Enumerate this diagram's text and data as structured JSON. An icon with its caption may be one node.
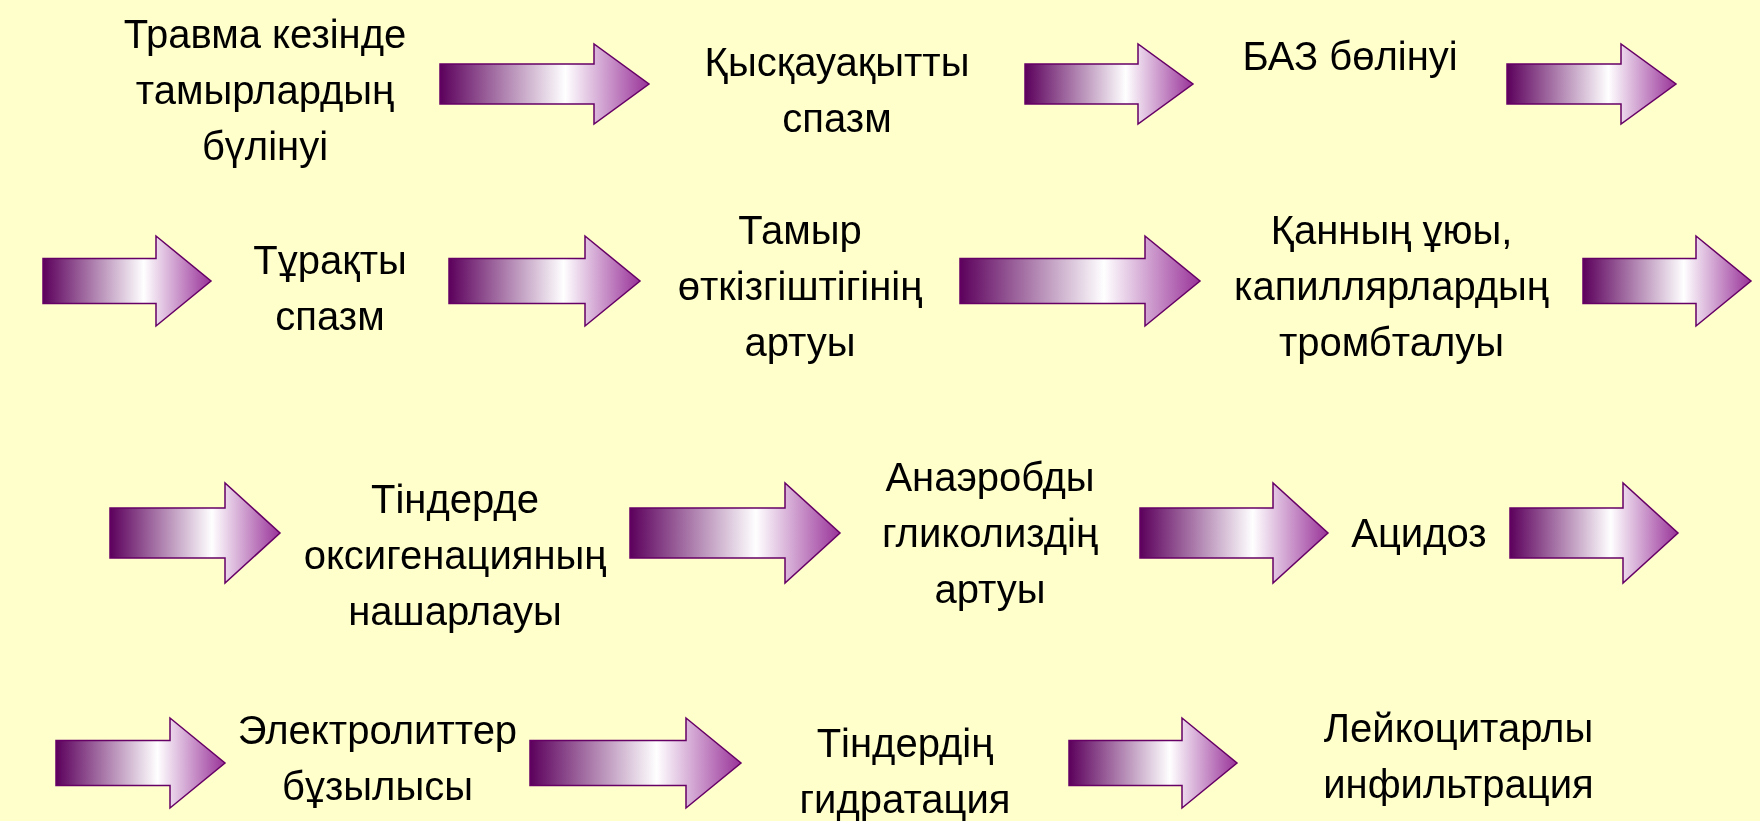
{
  "diagram": {
    "nodes": [
      {
        "text": [
          "Травма кезінде тамырлардың бүлінуі"
        ]
      },
      {
        "text": [
          "Қысқауақытты спазм"
        ]
      },
      {
        "text": [
          "БАЗ бөлінуі"
        ]
      },
      {
        "text": [
          "Тұрақты спазм"
        ]
      },
      {
        "text": [
          "Тамыр өткізгіштігінің артуы"
        ]
      },
      {
        "text": [
          "Қанның ұюы, капиллярлардың тромбталуы"
        ]
      },
      {
        "text": [
          "Тіндерде оксигенацияның нашарлауы"
        ]
      },
      {
        "text": [
          "Анаэробды гликолиздің артуы"
        ]
      },
      {
        "text": [
          "Ацидоз"
        ]
      },
      {
        "text": [
          "Электролиттер бұзылысы"
        ]
      },
      {
        "text": [
          "Тіндердің гидратация"
        ]
      },
      {
        "text": [
          "Лейкоцитарлы инфильтрация"
        ]
      }
    ],
    "edges": [
      {
        "from": 0,
        "to": 1,
        "arrow": "to"
      },
      {
        "from": 1,
        "to": 2,
        "arrow": "to"
      },
      {
        "from": 2,
        "to": null,
        "arrow": "to"
      },
      {
        "from": null,
        "to": 3,
        "arrow": "to"
      },
      {
        "from": 3,
        "to": 4,
        "arrow": "to"
      },
      {
        "from": 4,
        "to": 5,
        "arrow": "to"
      },
      {
        "from": 5,
        "to": null,
        "arrow": "to"
      },
      {
        "from": null,
        "to": 6,
        "arrow": "to"
      },
      {
        "from": 6,
        "to": 7,
        "arrow": "to"
      },
      {
        "from": 7,
        "to": 8,
        "arrow": "to"
      },
      {
        "from": 8,
        "to": null,
        "arrow": "to"
      },
      {
        "from": null,
        "to": 9,
        "arrow": "to"
      },
      {
        "from": 9,
        "to": 10,
        "arrow": "to"
      },
      {
        "from": 10,
        "to": 11,
        "arrow": "to"
      }
    ]
  }
}
